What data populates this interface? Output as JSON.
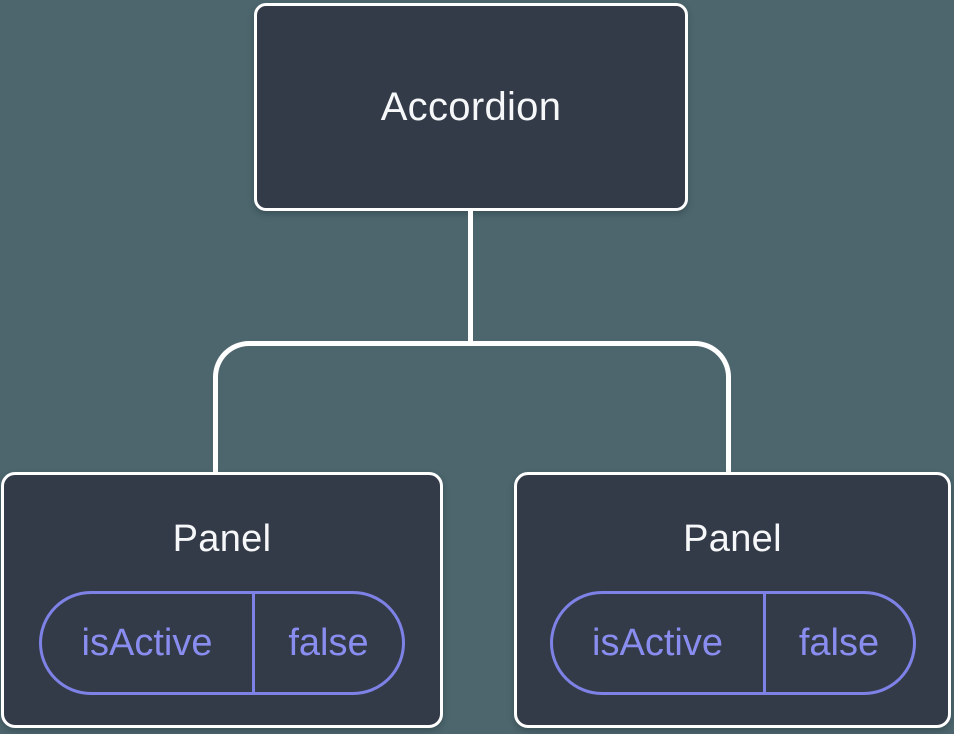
{
  "colors": {
    "background": "#4d666e",
    "node-fill": "#343b48",
    "line": "#ffffff",
    "label-text": "#f6f7f9",
    "accent": "#8a8df0",
    "accent-border": "#7e82e7"
  },
  "tree": {
    "root": {
      "label": "Accordion"
    },
    "children": [
      {
        "label": "Panel",
        "state": {
          "name": "isActive",
          "value": "false"
        }
      },
      {
        "label": "Panel",
        "state": {
          "name": "isActive",
          "value": "false"
        }
      }
    ]
  }
}
